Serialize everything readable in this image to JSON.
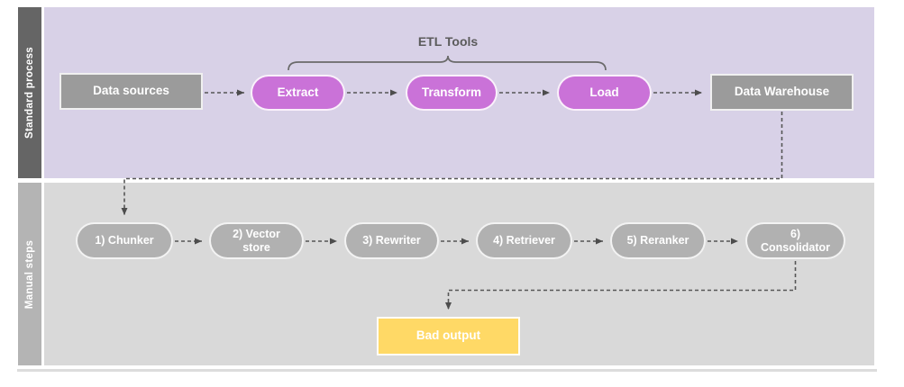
{
  "lanes": {
    "standard": {
      "label": "Standard process"
    },
    "manual": {
      "label": "Manual steps"
    }
  },
  "nodes": {
    "data_sources": "Data sources",
    "extract": "Extract",
    "transform": "Transform",
    "load": "Load",
    "data_warehouse": "Data Warehouse",
    "chunker": "1) Chunker",
    "vector_store": "2) Vector store",
    "rewriter": "3) Rewriter",
    "retriever": "4) Retriever",
    "reranker": "5) Reranker",
    "consolidator": "6) Consolidator",
    "bad_output": "Bad output"
  },
  "annotations": {
    "etl_tools": "ETL Tools"
  },
  "colors": {
    "standard_lane_bg": "#d8d1e7",
    "standard_lane_sidebar": "#656565",
    "manual_lane_bg": "#d9d9d9",
    "manual_lane_sidebar": "#b4b4b4",
    "etl_pill": "#ca72d8",
    "gray_box": "#9b9b9b",
    "manual_pill": "#b1b1b1",
    "bad_output_box": "#ffd966",
    "connector": "#565656"
  }
}
